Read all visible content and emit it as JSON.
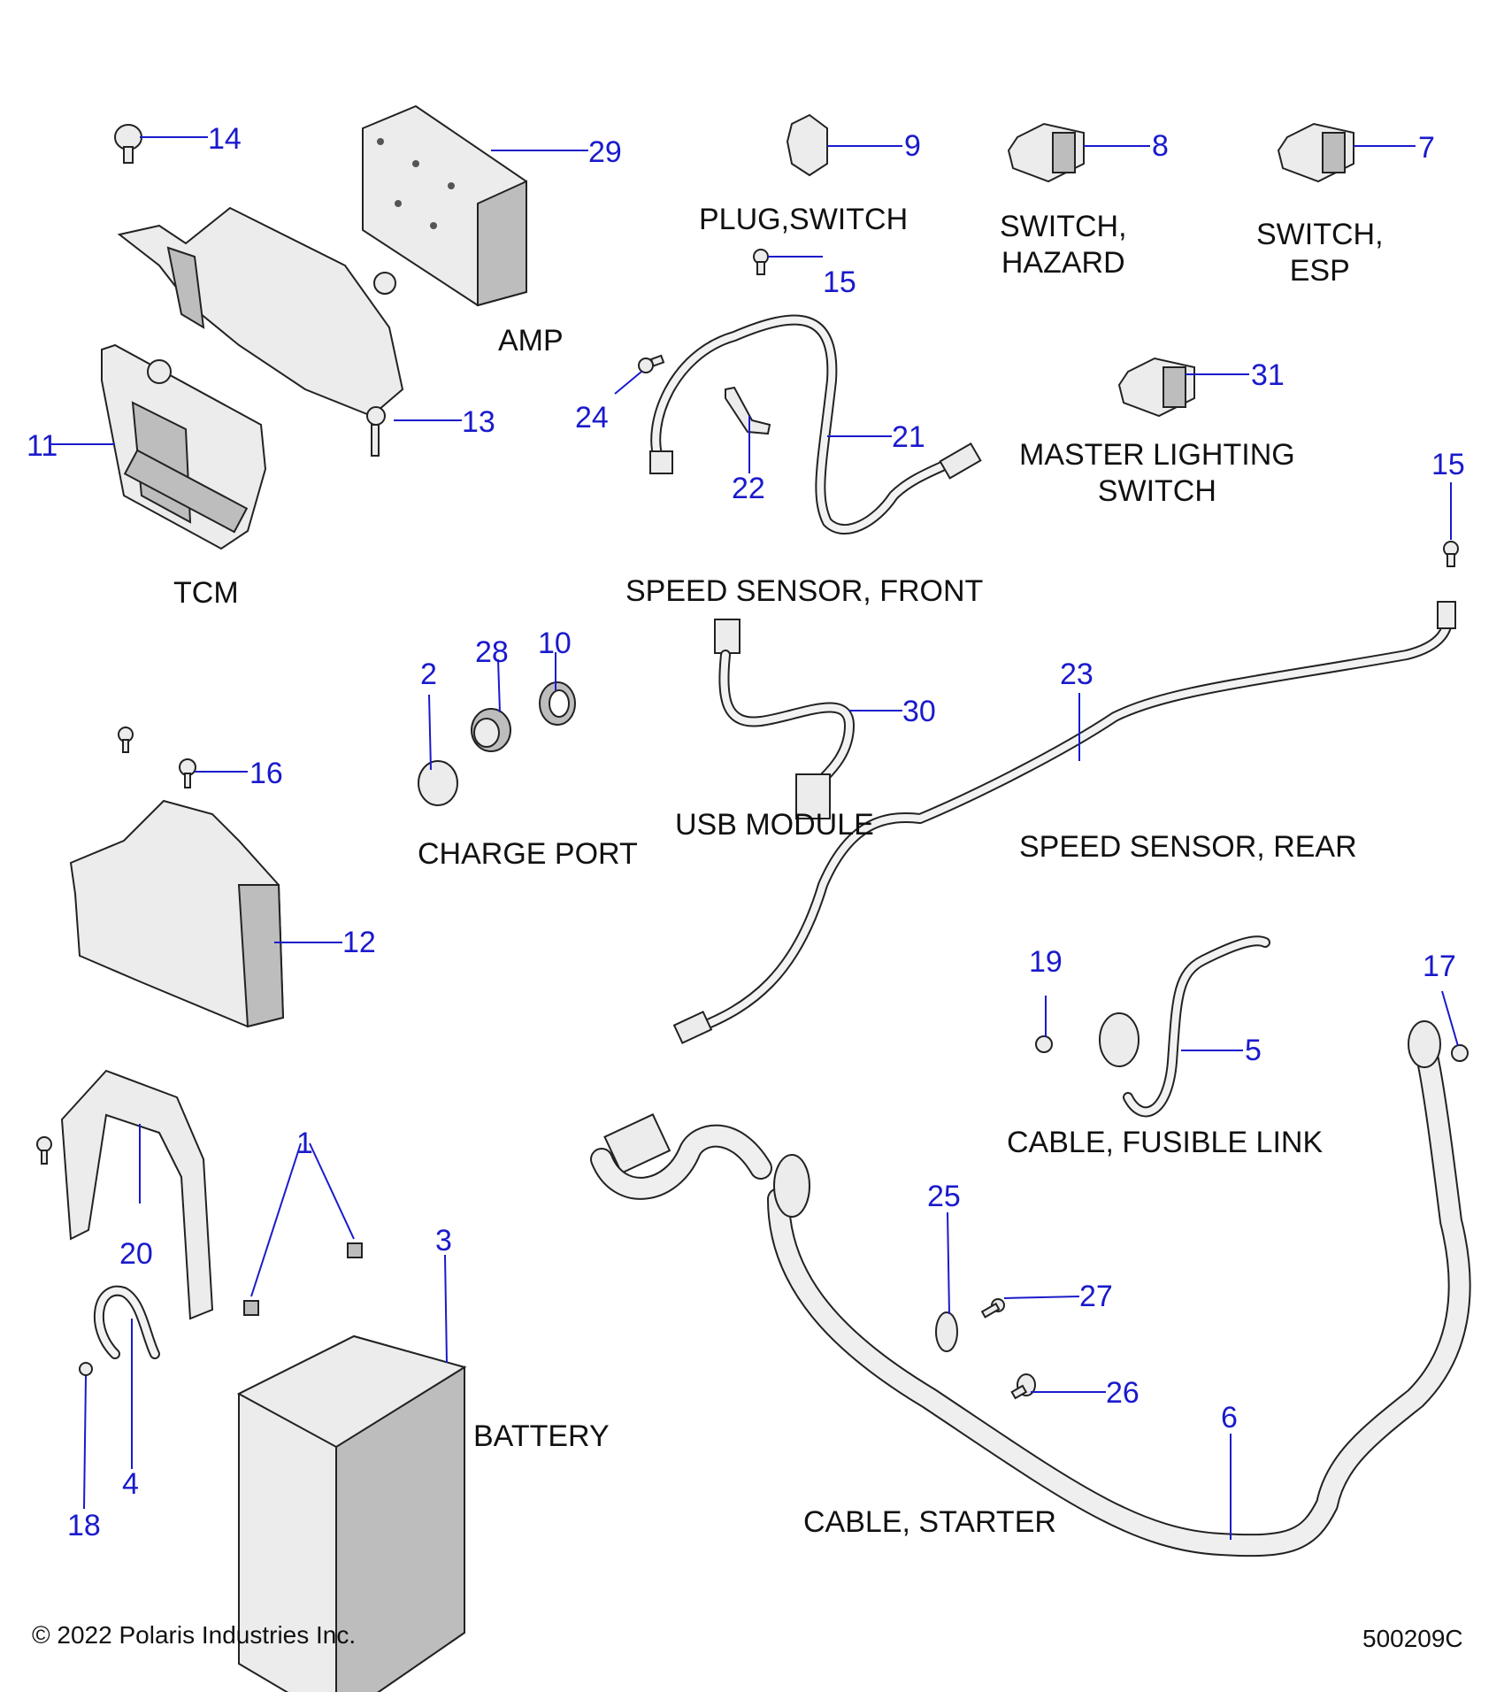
{
  "diagram": {
    "type": "exploded parts diagram",
    "callouts": [
      {
        "id": "c14",
        "number": "14"
      },
      {
        "id": "c29",
        "number": "29"
      },
      {
        "id": "c9",
        "number": "9"
      },
      {
        "id": "c8",
        "number": "8"
      },
      {
        "id": "c7",
        "number": "7"
      },
      {
        "id": "c15a",
        "number": "15"
      },
      {
        "id": "c13",
        "number": "13"
      },
      {
        "id": "c11",
        "number": "11"
      },
      {
        "id": "c24",
        "number": "24"
      },
      {
        "id": "c21",
        "number": "21"
      },
      {
        "id": "c22",
        "number": "22"
      },
      {
        "id": "c31",
        "number": "31"
      },
      {
        "id": "c15b",
        "number": "15"
      },
      {
        "id": "c2",
        "number": "2"
      },
      {
        "id": "c28",
        "number": "28"
      },
      {
        "id": "c10",
        "number": "10"
      },
      {
        "id": "c30",
        "number": "30"
      },
      {
        "id": "c23",
        "number": "23"
      },
      {
        "id": "c16",
        "number": "16"
      },
      {
        "id": "c12",
        "number": "12"
      },
      {
        "id": "c19",
        "number": "19"
      },
      {
        "id": "c5",
        "number": "5"
      },
      {
        "id": "c17",
        "number": "17"
      },
      {
        "id": "c1",
        "number": "1"
      },
      {
        "id": "c20",
        "number": "20"
      },
      {
        "id": "c3",
        "number": "3"
      },
      {
        "id": "c4",
        "number": "4"
      },
      {
        "id": "c18",
        "number": "18"
      },
      {
        "id": "c25",
        "number": "25"
      },
      {
        "id": "c27",
        "number": "27"
      },
      {
        "id": "c26",
        "number": "26"
      },
      {
        "id": "c6",
        "number": "6"
      }
    ],
    "group_labels": {
      "plug_switch": "PLUG,SWITCH",
      "switch_hazard": [
        "SWITCH,",
        "HAZARD"
      ],
      "switch_esp": [
        "SWITCH,",
        "ESP"
      ],
      "amp": "AMP",
      "tcm": "TCM",
      "master_lighting": [
        "MASTER LIGHTING",
        "SWITCH"
      ],
      "speed_sensor_front": "SPEED SENSOR, FRONT",
      "charge_port": "CHARGE PORT",
      "usb_module": "USB MODULE",
      "speed_sensor_rear": "SPEED SENSOR, REAR",
      "cable_fusible_link": "CABLE, FUSIBLE LINK",
      "battery": "BATTERY",
      "cable_starter": "CABLE, STARTER"
    },
    "callout_color": "#1a1acc"
  },
  "footer": {
    "copyright": "© 2022 Polaris Industries Inc.",
    "drawing_number": "500209C"
  }
}
